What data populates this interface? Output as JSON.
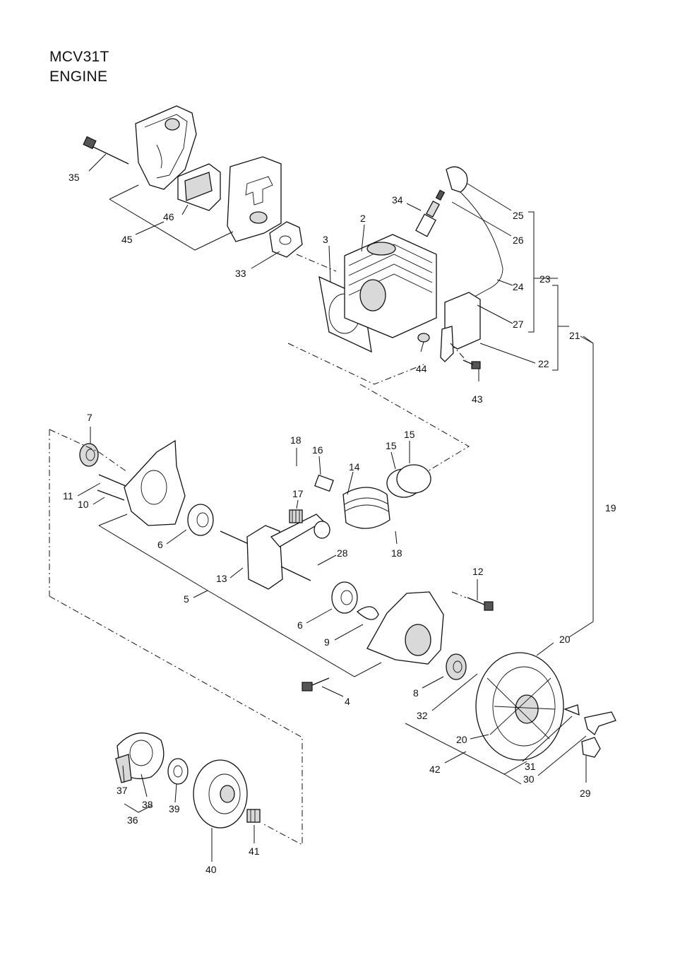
{
  "header": {
    "model": "MCV31T",
    "section": "ENGINE"
  },
  "callouts": [
    "2",
    "3",
    "4",
    "5",
    "6",
    "6",
    "7",
    "8",
    "9",
    "10",
    "11",
    "12",
    "13",
    "14",
    "15",
    "15",
    "16",
    "17",
    "18",
    "18",
    "19",
    "20",
    "20",
    "21",
    "22",
    "23",
    "24",
    "25",
    "26",
    "27",
    "28",
    "29",
    "30",
    "31",
    "32",
    "33",
    "34",
    "35",
    "36",
    "37",
    "38",
    "39",
    "40",
    "41",
    "42",
    "43",
    "44",
    "45",
    "46"
  ]
}
